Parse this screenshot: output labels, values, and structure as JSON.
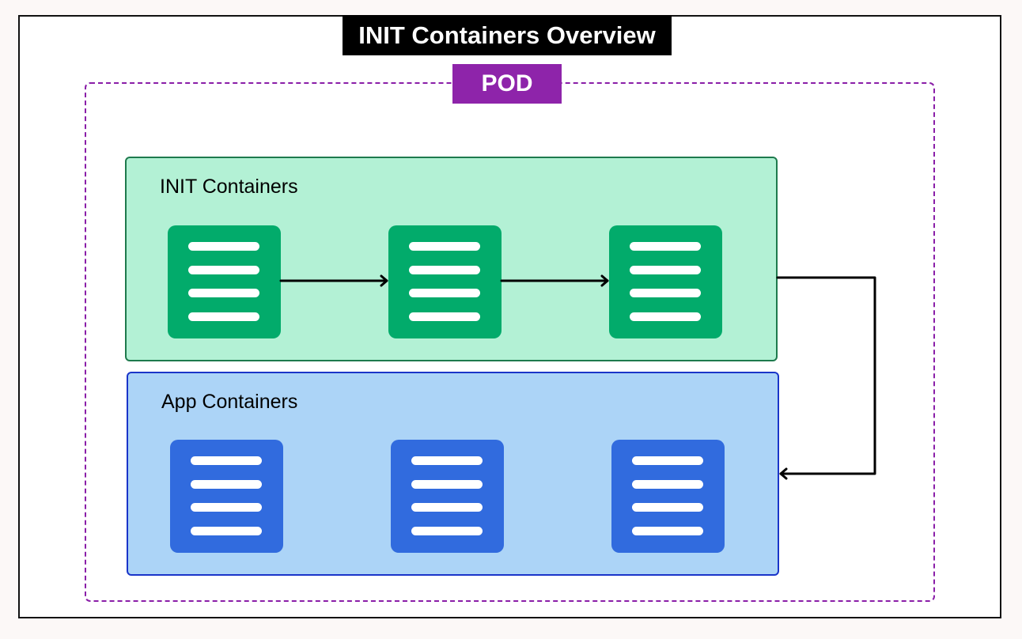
{
  "diagram": {
    "title": "INIT Containers Overview",
    "pod_label": "POD",
    "colors": {
      "title_bg": "#000000",
      "pod_accent": "#8e24aa",
      "init_fill": "#b3f1d5",
      "init_border": "#1e7a4d",
      "init_container": "#02ab6b",
      "app_fill": "#acd4f7",
      "app_border": "#1a35c9",
      "app_container": "#316bde"
    },
    "groups": [
      {
        "id": "init",
        "label": "INIT Containers",
        "containers": [
          {
            "name": "init-container-1",
            "icon": "document-lines-icon"
          },
          {
            "name": "init-container-2",
            "icon": "document-lines-icon"
          },
          {
            "name": "init-container-3",
            "icon": "document-lines-icon"
          }
        ]
      },
      {
        "id": "app",
        "label": "App Containers",
        "containers": [
          {
            "name": "app-container-1",
            "icon": "document-lines-icon"
          },
          {
            "name": "app-container-2",
            "icon": "document-lines-icon"
          },
          {
            "name": "app-container-3",
            "icon": "document-lines-icon"
          }
        ]
      }
    ],
    "edges": [
      {
        "from": "init-container-1",
        "to": "init-container-2"
      },
      {
        "from": "init-container-2",
        "to": "init-container-3"
      },
      {
        "from": "init-containers-group",
        "to": "app-containers-group"
      }
    ]
  }
}
